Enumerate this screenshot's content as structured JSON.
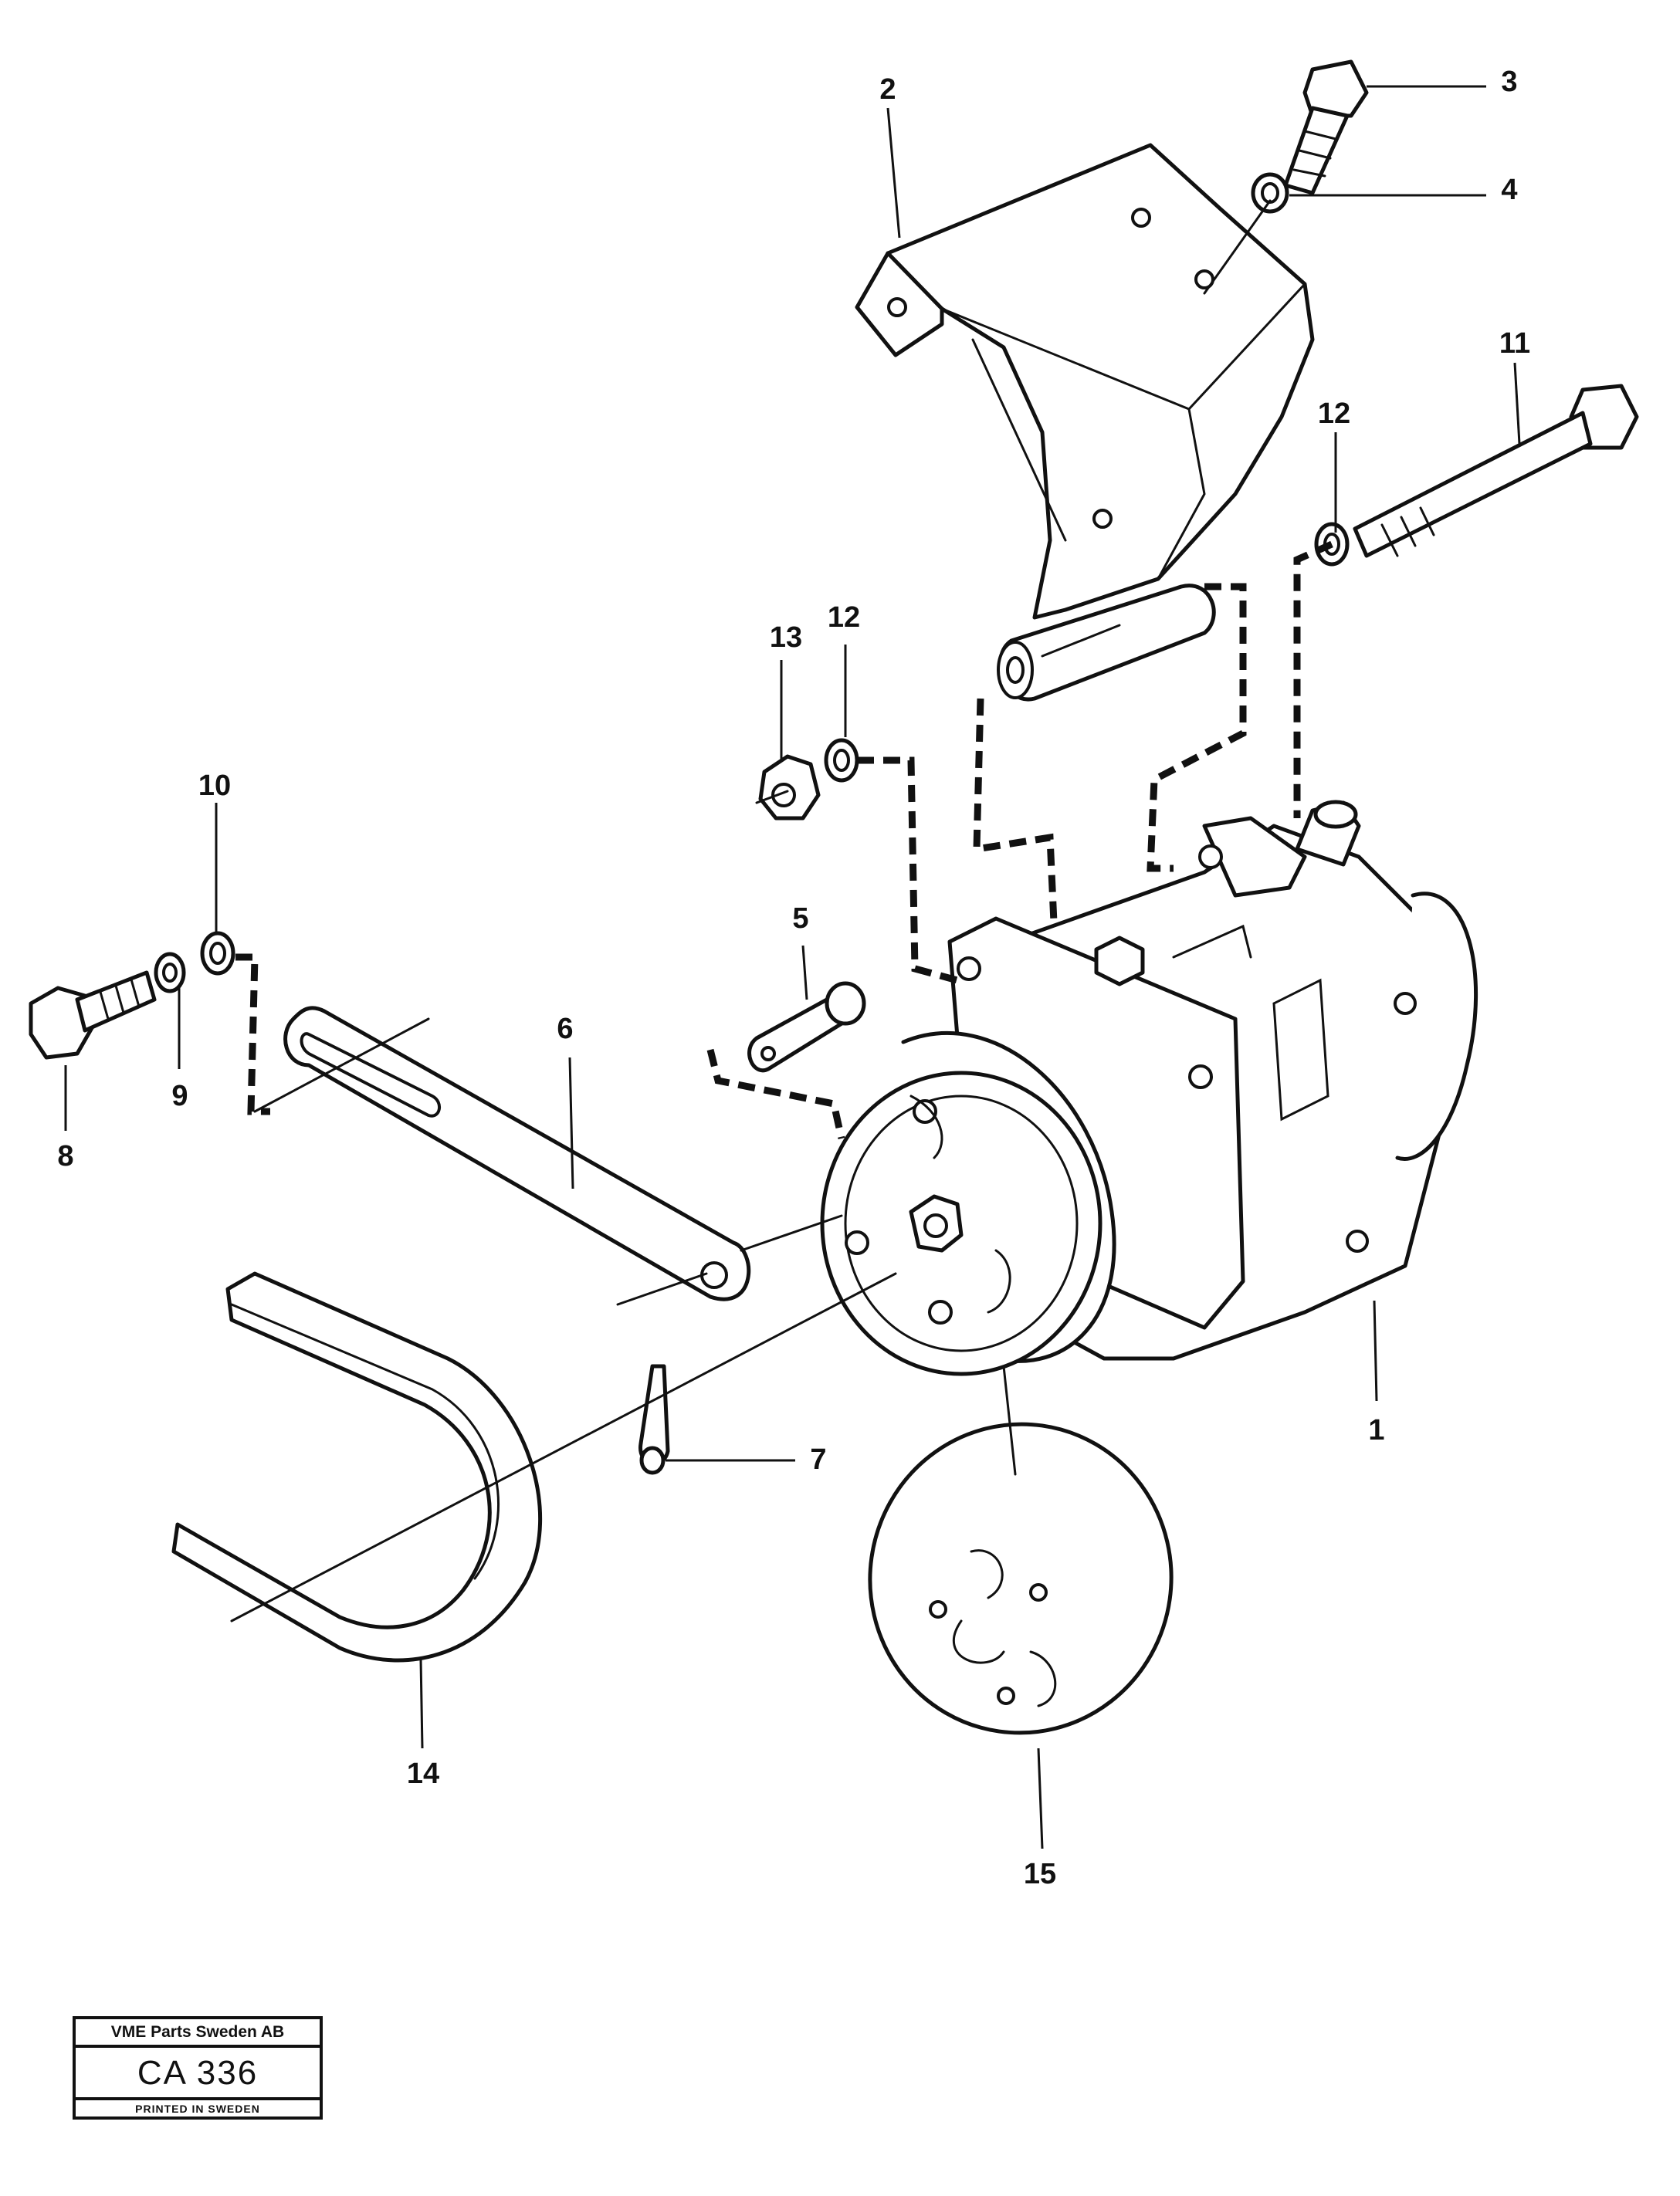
{
  "callouts": {
    "c1": "1",
    "c2": "2",
    "c3": "3",
    "c4": "4",
    "c5": "5",
    "c6": "6",
    "c7": "7",
    "c8": "8",
    "c9": "9",
    "c10": "10",
    "c11": "11",
    "c12a": "12",
    "c12b": "12",
    "c13": "13",
    "c14": "14",
    "c15": "15"
  },
  "stamp": {
    "company": "VME Parts Sweden AB",
    "code": "CA 336",
    "printed": "PRINTED IN SWEDEN"
  }
}
